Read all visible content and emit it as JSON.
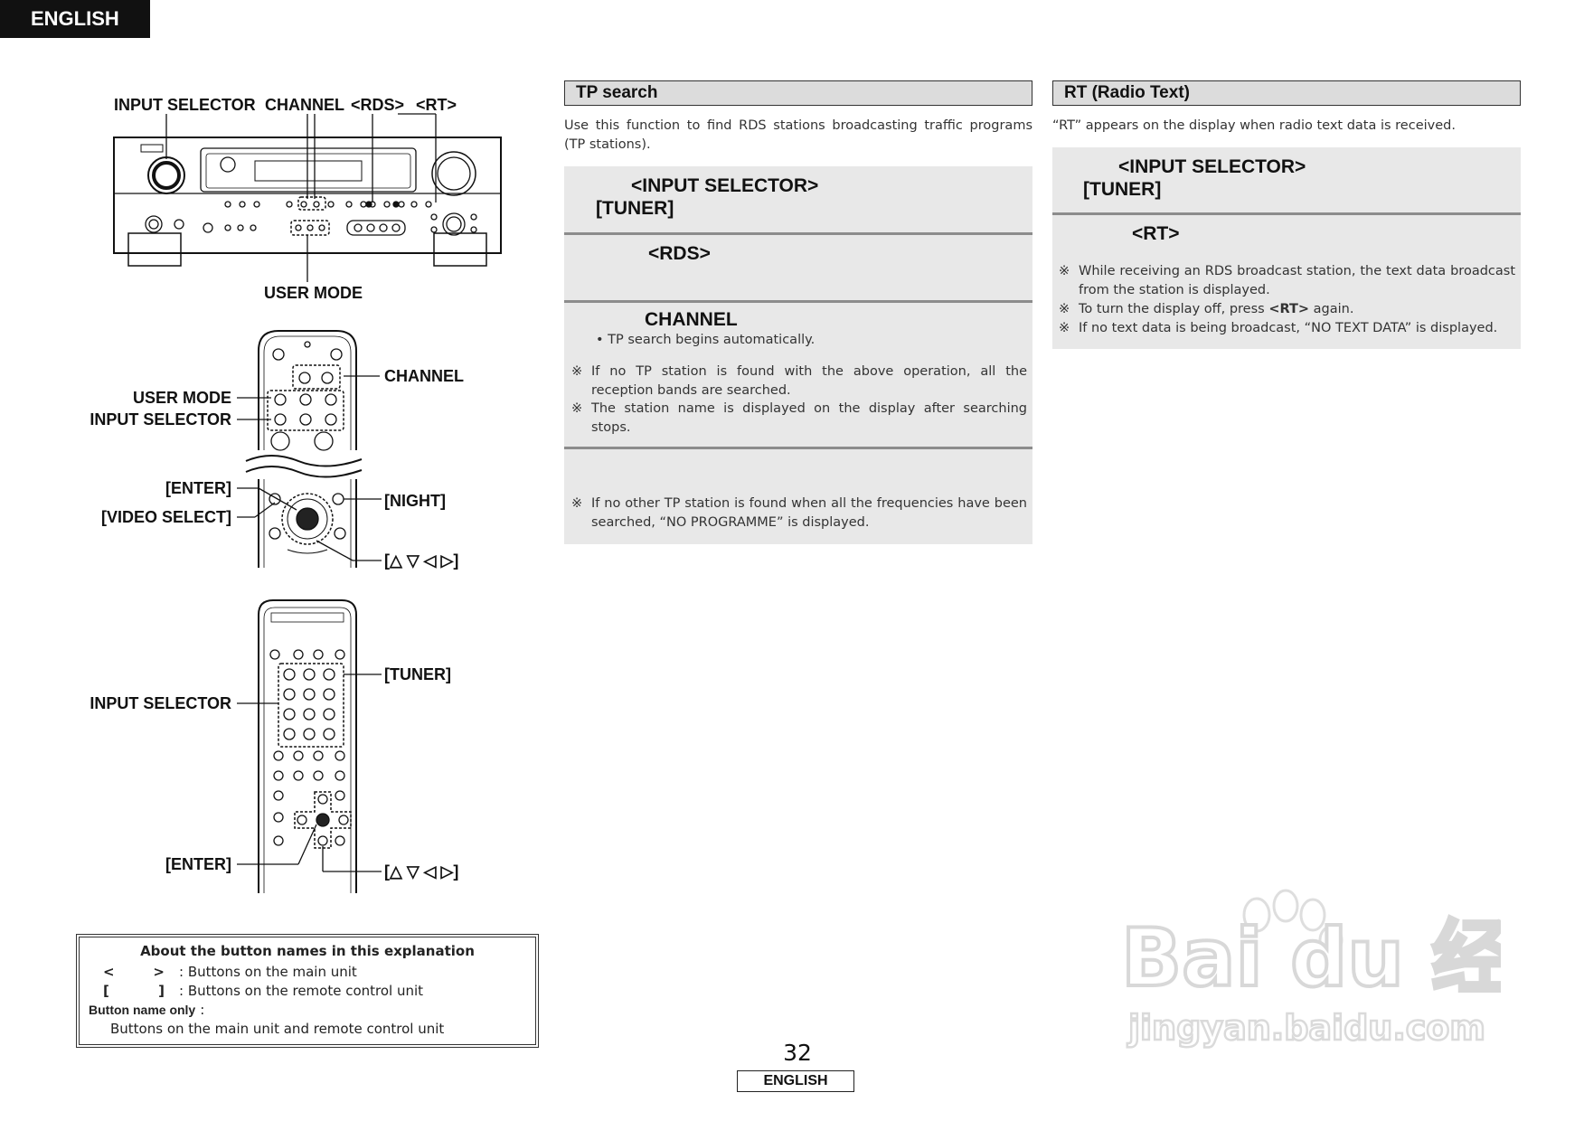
{
  "header": {
    "language_tab": "ENGLISH"
  },
  "diagram": {
    "main_unit_labels": {
      "input_selector": "INPUT SELECTOR",
      "channel": "CHANNEL",
      "rds": "<RDS>",
      "rt": "<RT>",
      "user_mode": "USER MODE"
    },
    "remote_top_labels": {
      "channel": "CHANNEL",
      "user_mode": "USER MODE",
      "input_selector": "INPUT SELECTOR",
      "enter": "[ENTER]",
      "night": "[NIGHT]",
      "video_select": "[VIDEO SELECT]",
      "cursor": "[△ ▽ ◁ ▷]"
    },
    "remote_bottom_labels": {
      "tuner": "[TUNER]",
      "input_selector": "INPUT SELECTOR",
      "enter": "[ENTER]",
      "cursor": "[△ ▽ ◁ ▷]"
    }
  },
  "about_box": {
    "title": "About the button names in this explanation",
    "row1_open": "<",
    "row1_close": ">",
    "row1_text": ": Buttons on the main unit",
    "row2_open": "[",
    "row2_close": "]",
    "row2_text": ": Buttons on the remote control unit",
    "row3_label": "Button name only",
    "row3_colon": ":",
    "row4_text": "Buttons on the main unit and remote control unit"
  },
  "tp_search": {
    "title": "TP search",
    "intro": "Use this function to find RDS stations broadcasting traffic programs (TP stations).",
    "step1_line1": "<INPUT SELECTOR>",
    "step1_line2": "[TUNER]",
    "step2": "<RDS>",
    "step3": "CHANNEL",
    "step3_bullet": "• TP search begins automatically.",
    "note1": "If no TP station is found with the above operation, all the reception bands are searched.",
    "note2": "The station name is displayed on the display after searching stops.",
    "note3": "If no other TP station is found when all the frequencies have been searched, “NO PROGRAMME” is displayed."
  },
  "rt_section": {
    "title": "RT (Radio Text)",
    "intro": "“RT” appears on the display when radio text data is received.",
    "step1_line1": "<INPUT SELECTOR>",
    "step1_line2": "[TUNER]",
    "step2": "<RT>",
    "note1": "While receiving an RDS broadcast station, the text data broadcast from the station is displayed.",
    "note2_pre": "To turn the display off, press ",
    "note2_key": "<RT>",
    "note2_post": " again.",
    "note3": "If no text data is being broadcast, “NO TEXT DATA” is displayed."
  },
  "notes_mark": "※",
  "footer": {
    "page_number": "32",
    "language": "ENGLISH"
  },
  "watermark": {
    "brand": "Bai du 经验",
    "url": "jingyan.baidu.com"
  }
}
